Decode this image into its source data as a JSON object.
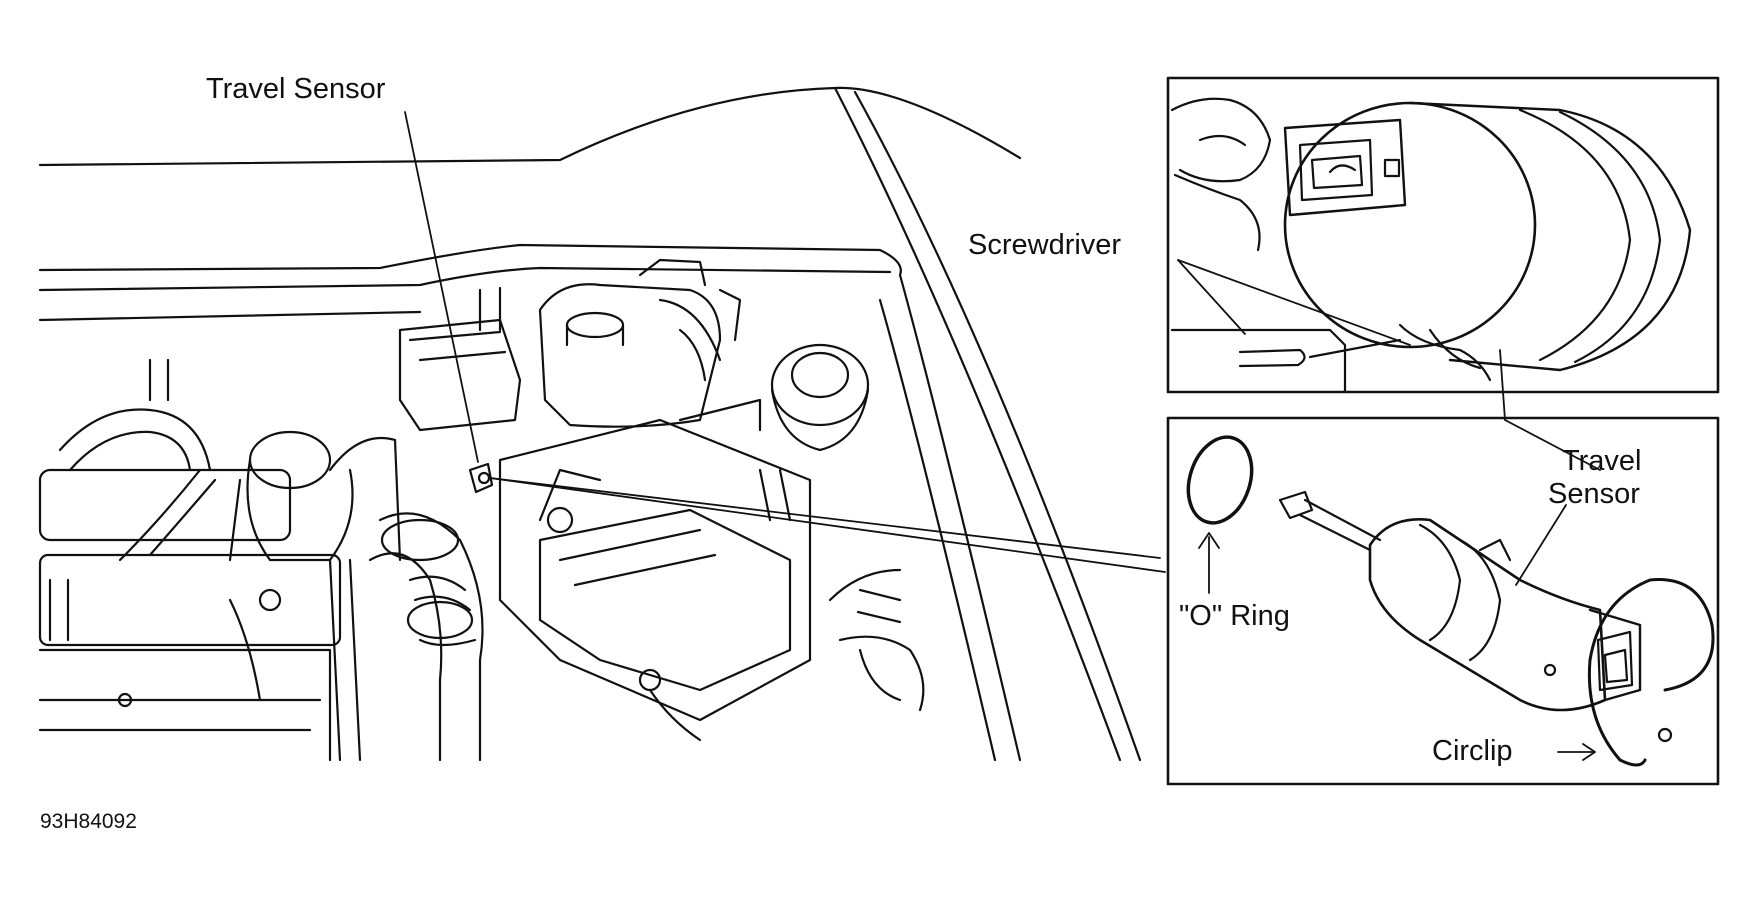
{
  "figure_code": "93H84092",
  "callouts": {
    "travel_sensor_main": "Travel Sensor",
    "screwdriver": "Screwdriver",
    "travel_sensor_detail_line1": "Travel",
    "travel_sensor_detail_line2": "Sensor",
    "o_ring": "\"O\" Ring",
    "circlip": "Circlip"
  },
  "colors": {
    "ink": "#111111",
    "background": "#ffffff"
  }
}
